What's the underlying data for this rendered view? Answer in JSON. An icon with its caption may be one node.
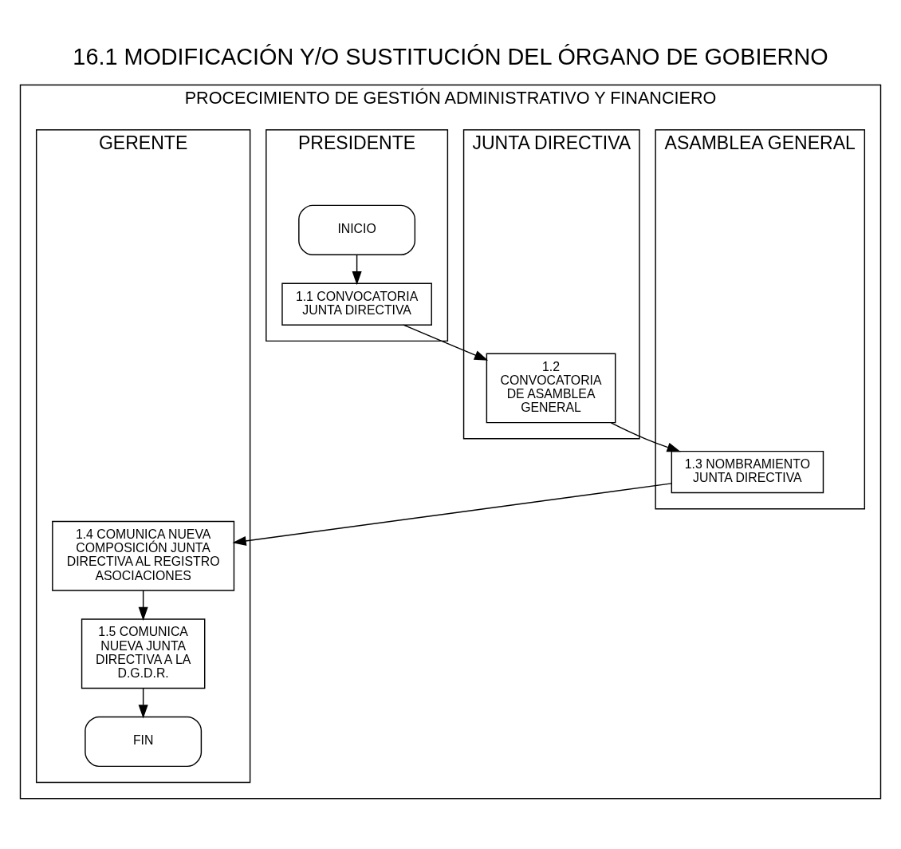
{
  "diagram": {
    "title": "16.1 MODIFICACIÓN Y/O SUSTITUCIÓN DEL ÓRGANO DE GOBIERNO",
    "nodes": [
      {
        "text": [
          "PROCECIMIENTO DE GESTIÓN ADMINISTRATIVO Y FINANCIERO"
        ]
      },
      {
        "text": [
          "ASAMBLEA GENERAL"
        ],
        "in": 0
      },
      {
        "text": [
          "JUNTA DIRECTIVA"
        ],
        "in": 0
      },
      {
        "text": [
          "PRESIDENTE"
        ],
        "in": 0
      },
      {
        "text": [
          "GERENTE"
        ],
        "in": 0
      },
      {
        "text": [
          "INICIO"
        ],
        "in": 3
      },
      {
        "text": [
          "1.1 CONVOCATORIA JUNTA DIRECTIVA"
        ],
        "in": 3
      },
      {
        "text": [
          "1.2 CONVOCATORIA DE ASAMBLEA GENERAL"
        ],
        "in": 2
      },
      {
        "text": [
          "1.3 NOMBRAMIENTO JUNTA DIRECTIVA"
        ],
        "in": 1
      },
      {
        "text": [
          "1.4 COMUNICA NUEVA COMPOSICIÓN JUNTA DIRECTIVA AL REGISTRO ASOCIACIONES"
        ],
        "in": 4
      },
      {
        "text": [
          "1.5 COMUNICA NUEVA JUNTA DIRECTIVA A LA D.G.D.R."
        ],
        "in": 4
      },
      {
        "text": [
          "FIN"
        ],
        "in": 4
      }
    ],
    "edges": [
      {
        "from": 5,
        "to": 6,
        "arrow": "to"
      },
      {
        "from": 6,
        "to": 7,
        "arrow": "to"
      },
      {
        "from": 7,
        "to": 8,
        "arrow": "to"
      },
      {
        "from": 8,
        "to": 9,
        "arrow": "to"
      },
      {
        "from": 9,
        "to": 10,
        "arrow": "to"
      },
      {
        "from": 10,
        "to": 11,
        "arrow": "to"
      }
    ]
  }
}
